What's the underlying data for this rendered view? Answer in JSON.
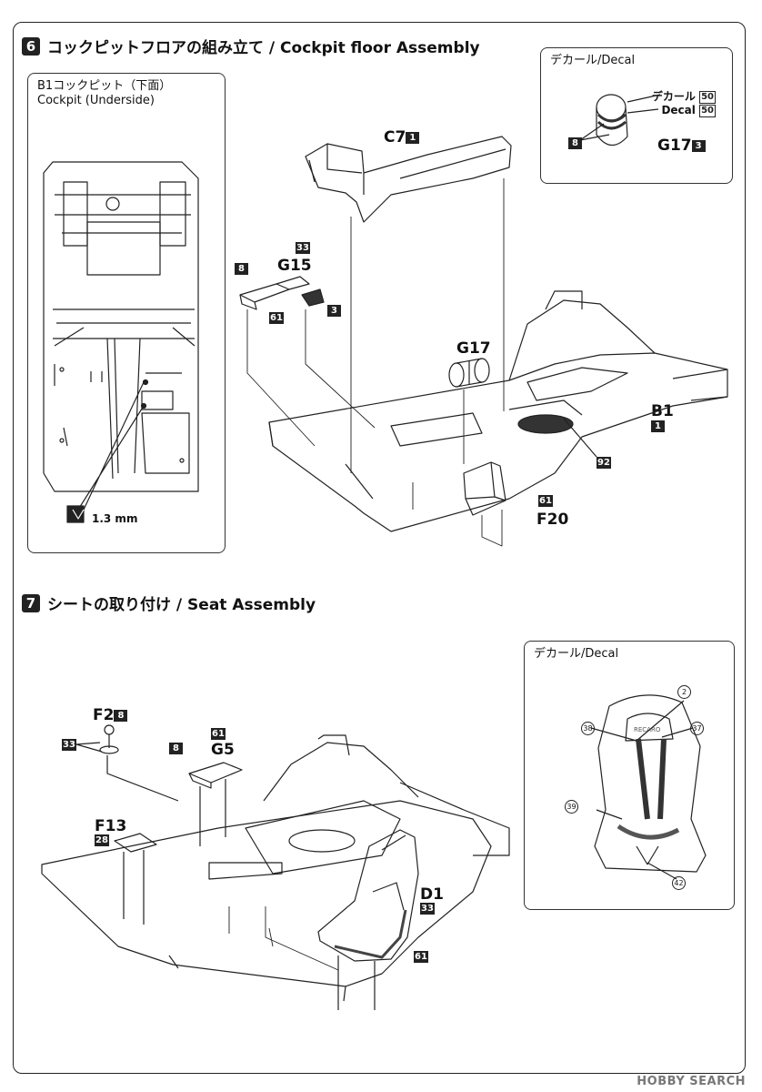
{
  "step6": {
    "num": "6",
    "title": "コックピットフロアの組み立て / Cockpit floor Assembly",
    "underside_panel": {
      "title_jp": "B1コックピット（下面）",
      "title_en": "Cockpit (Underside)",
      "drill": "1.3 mm"
    },
    "decal_panel": {
      "title": "デカール/Decal",
      "decal_jp": "デカール",
      "decal_en": "Decal",
      "decal_no": "50",
      "color": "8",
      "part": "G17",
      "part_color": "3"
    },
    "parts": {
      "c7": "C7",
      "c7_color": "1",
      "g15": "G15",
      "g15_color_top": "33",
      "g15_color_left": "8",
      "g15_color_bottom": "61",
      "g15_color_right": "3",
      "g17": "G17",
      "b1": "B1",
      "b1_color": "1",
      "color_92": "92",
      "f20": "F20",
      "f20_color": "61"
    }
  },
  "step7": {
    "num": "7",
    "title": "シートの取り付け / Seat Assembly",
    "decal_panel": {
      "title": "デカール/Decal",
      "n2": "2",
      "n37": "37",
      "n38": "38",
      "n39": "39",
      "n42": "42",
      "brand": "RECARO"
    },
    "parts": {
      "f2": "F2",
      "f2_color": "8",
      "f2_side": "33",
      "g5": "G5",
      "g5_color_top": "61",
      "g5_color_left": "8",
      "f13": "F13",
      "f13_color": "28",
      "d1": "D1",
      "d1_color": "33",
      "d1_color_bottom": "61"
    }
  },
  "watermark": "HOBBY SEARCH"
}
